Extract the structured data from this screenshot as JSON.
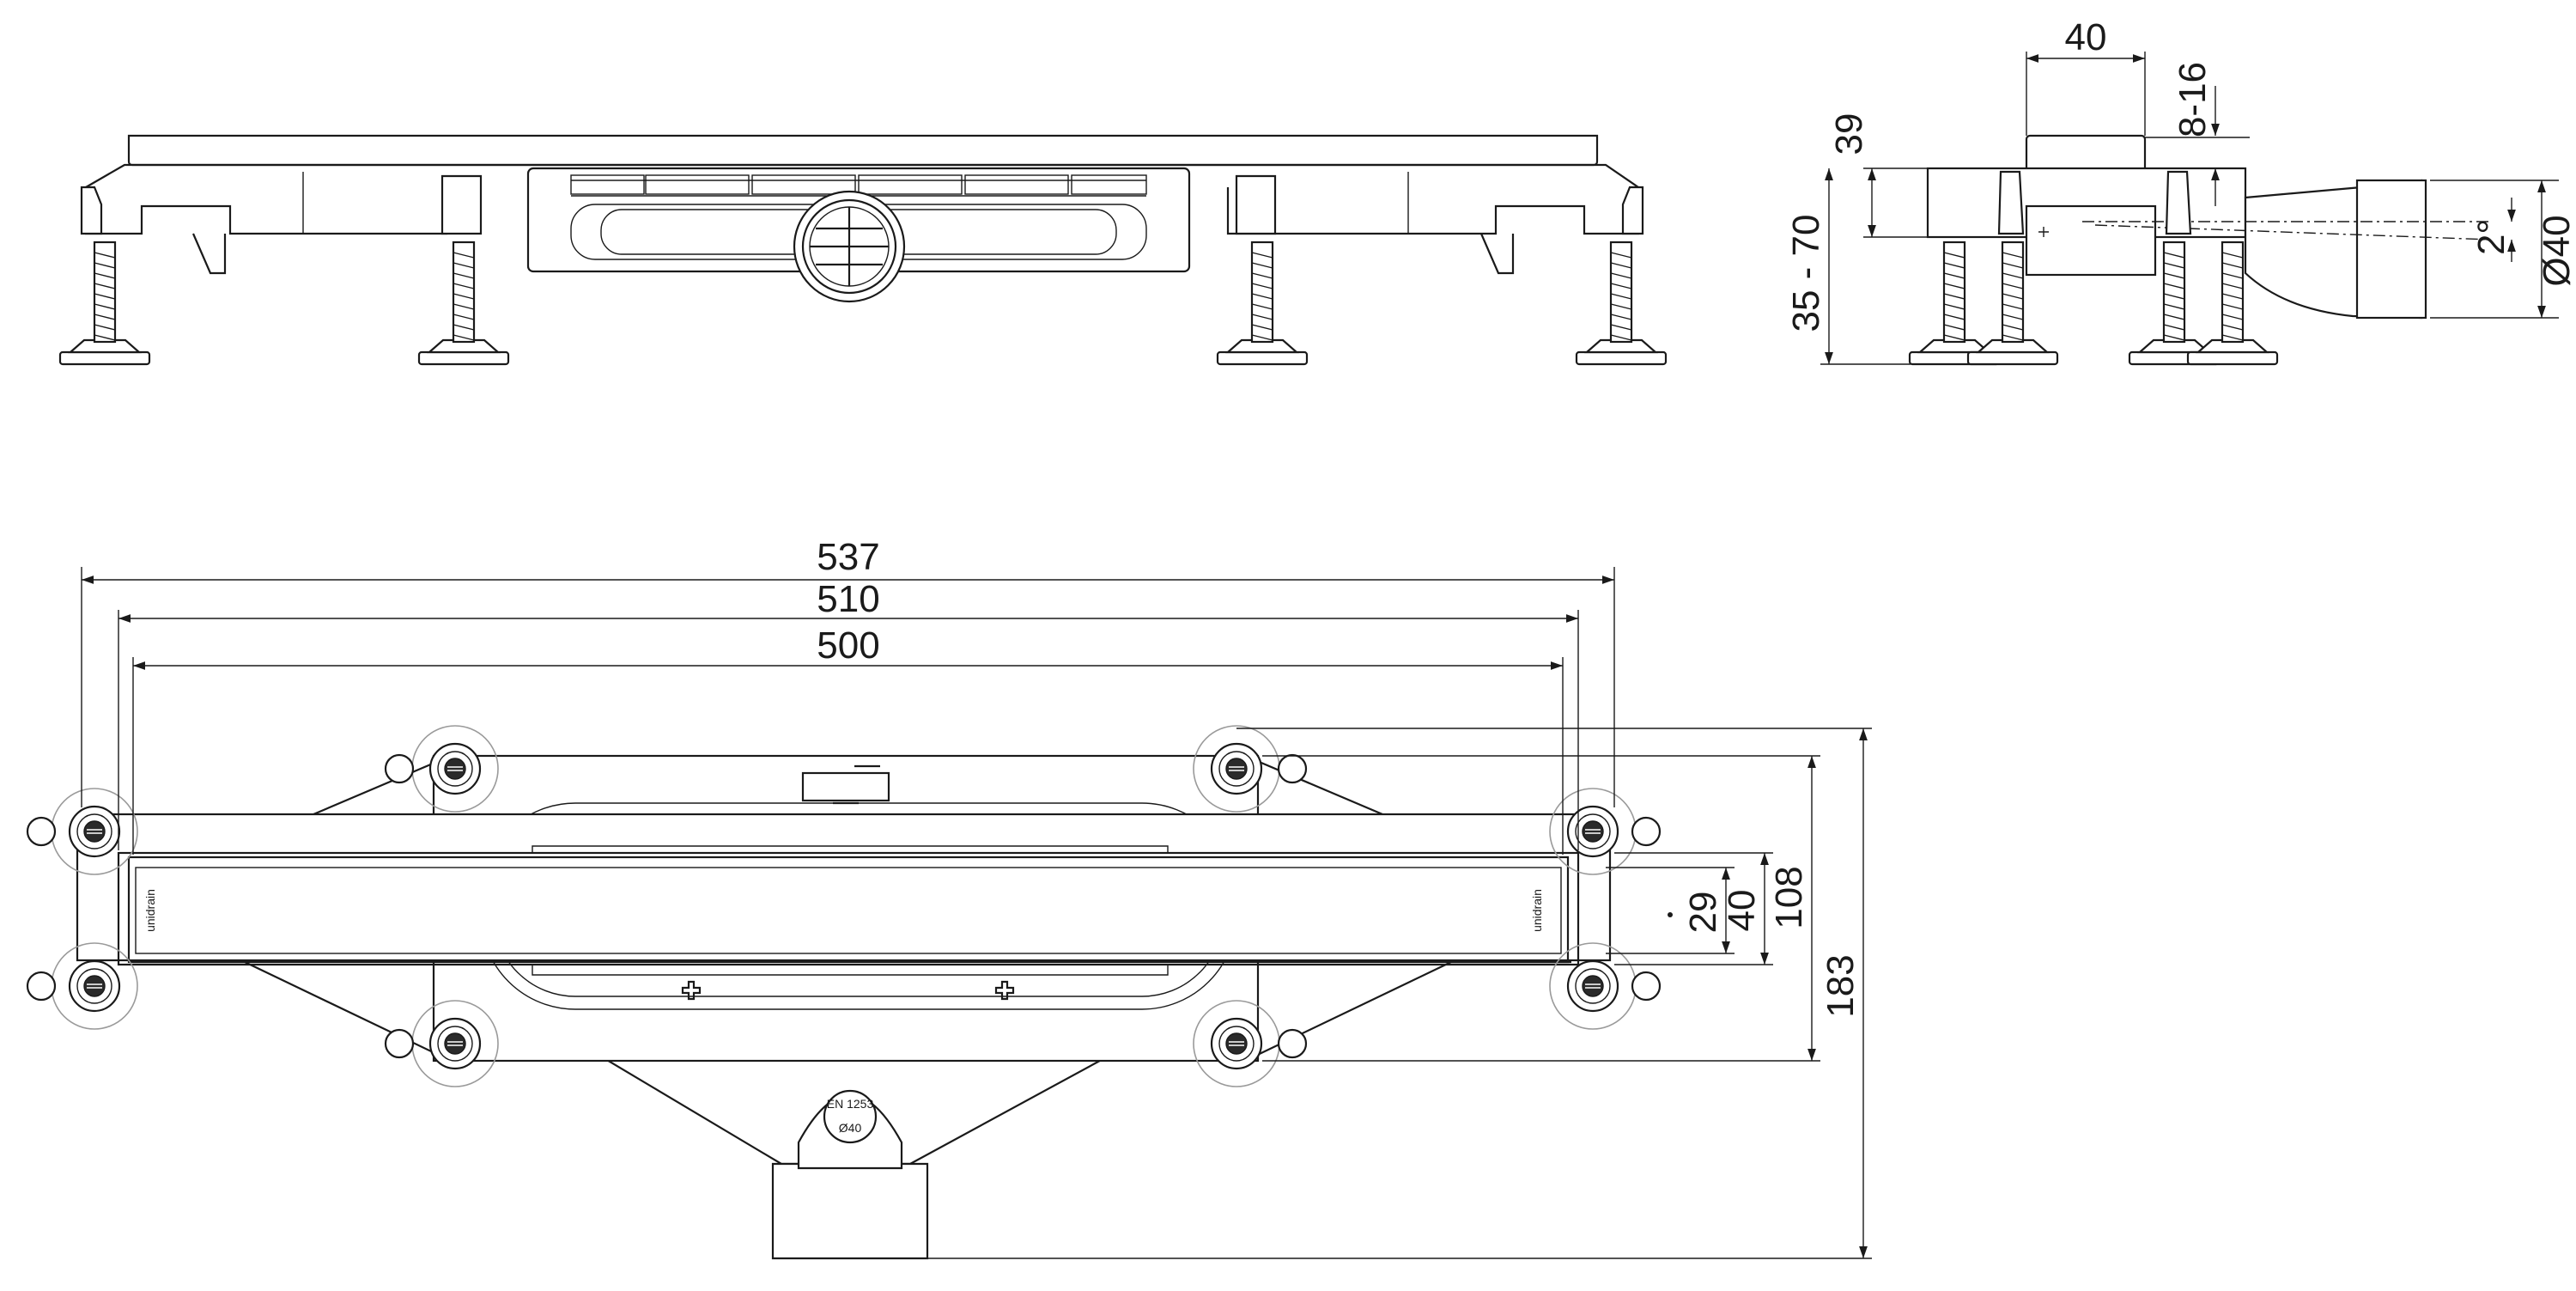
{
  "dimensions": {
    "overall_length": "537",
    "frame_length": "510",
    "grate_length": "500",
    "grate_width": "40",
    "channel_width": "29",
    "frame_width": "108",
    "total_width": "183",
    "top_width": "40",
    "top_height": "39",
    "leg_height": "35 - 70",
    "adjust_range": "8-16",
    "slope": "2°",
    "outlet_diameter": "Ø40"
  },
  "engravings": {
    "brand": "unidrain",
    "seal_line1": "EN 1253",
    "seal_line2": "Ø40"
  }
}
